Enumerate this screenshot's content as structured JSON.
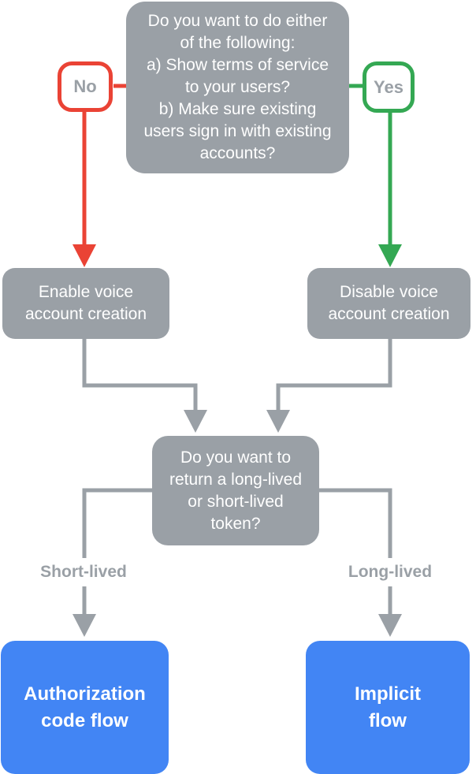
{
  "colors": {
    "node_gray": "#9AA0A6",
    "branch_red": "#EA4335",
    "branch_green": "#34A853",
    "result_blue": "#4285F4",
    "node_text_white": "#FFFFFF",
    "label_text_gray": "#9AA0A6"
  },
  "flowchart": {
    "question_terms": "Do you want to do either\nof the following:\na) Show terms of service\nto your users?\nb) Make sure existing\nusers sign in with existing\naccounts?",
    "no_badge": "No",
    "yes_badge": "Yes",
    "enable_node": "Enable voice\naccount creation",
    "disable_node": "Disable voice\naccount creation",
    "question_token": "Do you want to\nreturn a long-lived\nor short-lived\ntoken?",
    "short_lived_label": "Short-lived",
    "long_lived_label": "Long-lived",
    "auth_code_node": "Authorization\ncode flow",
    "implicit_node": "Implicit\nflow"
  }
}
